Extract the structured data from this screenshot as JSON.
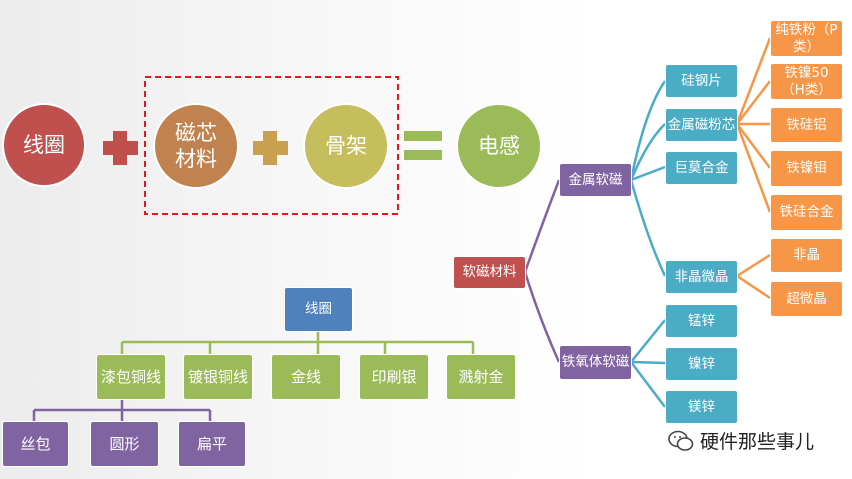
{
  "equation": {
    "coil": "线圈",
    "core": "磁芯\n材料",
    "bobbin": "骨架",
    "inductor": "电感",
    "colors": {
      "coil": "#c0504d",
      "core": "#c0834f",
      "bobbin": "#c6bd5c",
      "inductor": "#9bbb59"
    }
  },
  "soft_magnetic": {
    "root": "软磁材料",
    "metal": "金属软磁",
    "ferrite": "铁氧体软磁",
    "metal_children": [
      "硅钢片",
      "金属磁粉芯",
      "巨莫合金",
      "非晶微晶"
    ],
    "powder_children": [
      "纯铁粉（P类）",
      "铁镍50（H类）",
      "铁硅铝",
      "铁镍钼",
      "铁硅合金"
    ],
    "amorphous_children": [
      "非晶",
      "超微晶"
    ],
    "ferrite_children": [
      "锰锌",
      "镍锌",
      "镁锌"
    ]
  },
  "coil_tree": {
    "root": "线圈",
    "types": [
      "漆包铜线",
      "镀银铜线",
      "金线",
      "印刷银",
      "溅射金"
    ],
    "enamel_children": [
      "丝包",
      "圆形",
      "扁平"
    ]
  },
  "watermark": "硬件那些事儿"
}
